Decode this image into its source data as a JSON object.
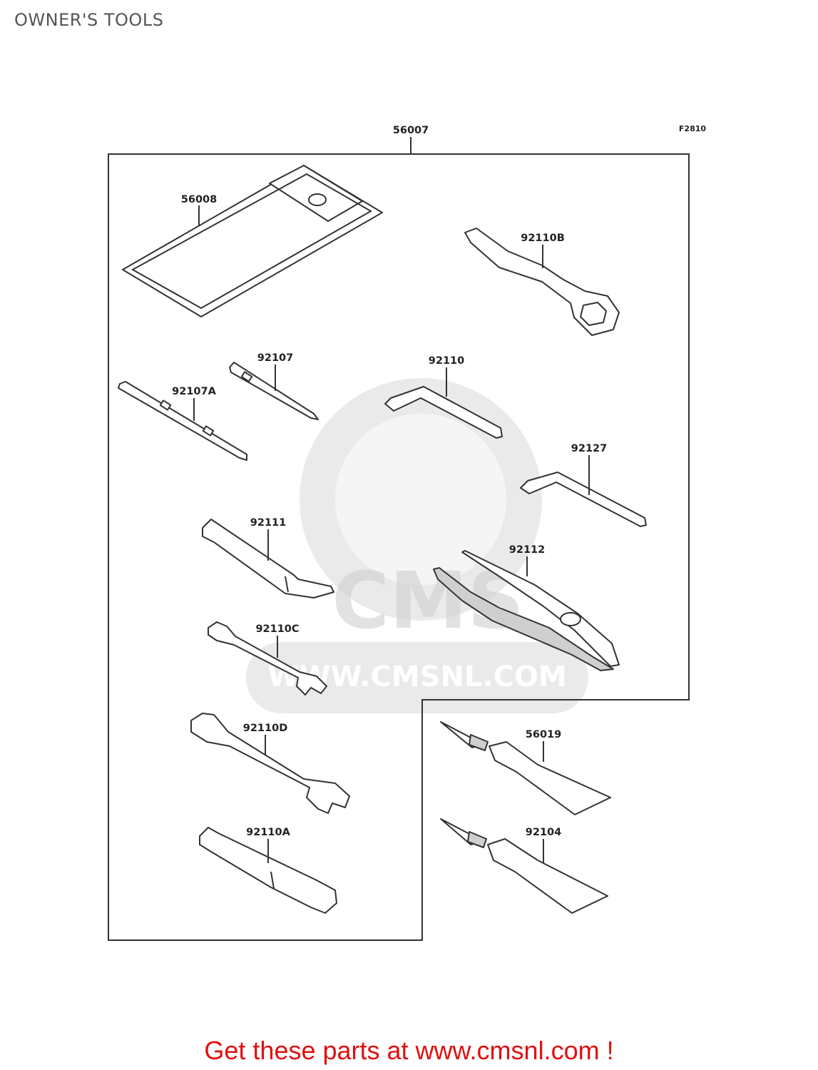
{
  "page": {
    "title": "OWNER'S TOOLS",
    "figure_code": "F2810",
    "promo_text": "Get these parts at www.cmsnl.com !"
  },
  "watermark": {
    "brand": "CMS",
    "url": "WWW.CMSNL.COM"
  },
  "parts": {
    "kit": "56007",
    "pouch": "56008",
    "wrench_box": "92110B",
    "screwdriver_bit": "92107",
    "screwdriver_a": "92107A",
    "hex_key_large": "92110",
    "hex_key_small": "92127",
    "handle": "92111",
    "pliers": "92112",
    "wrench_c": "92110C",
    "wrench_d": "92110D",
    "plug_wrench": "92110A",
    "grease_tube_1": "56019",
    "grease_tube_2": "92104"
  }
}
